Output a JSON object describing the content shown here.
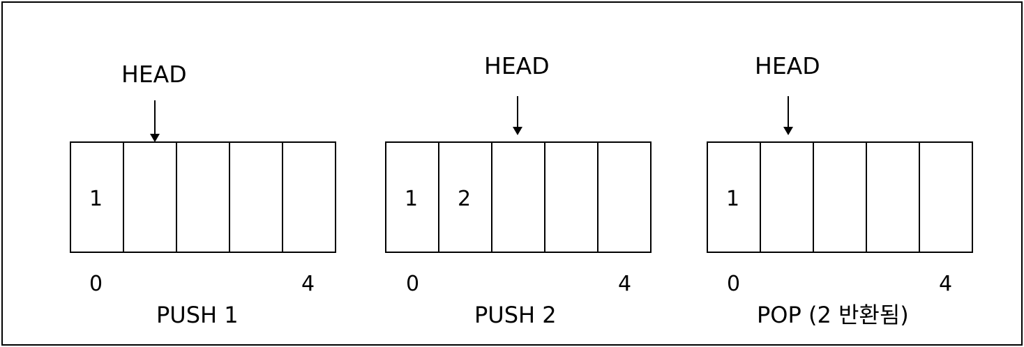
{
  "head_label": "HEAD",
  "index_start": "0",
  "index_end": "4",
  "panels": [
    {
      "caption": "PUSH 1",
      "cells": [
        "1",
        "",
        "",
        "",
        ""
      ],
      "head_index": 1
    },
    {
      "caption": "PUSH 2",
      "cells": [
        "1",
        "2",
        "",
        "",
        ""
      ],
      "head_index": 2
    },
    {
      "caption": "POP (2 반환됨)",
      "cells": [
        "1",
        "",
        "",
        "",
        ""
      ],
      "head_index": 1
    }
  ]
}
